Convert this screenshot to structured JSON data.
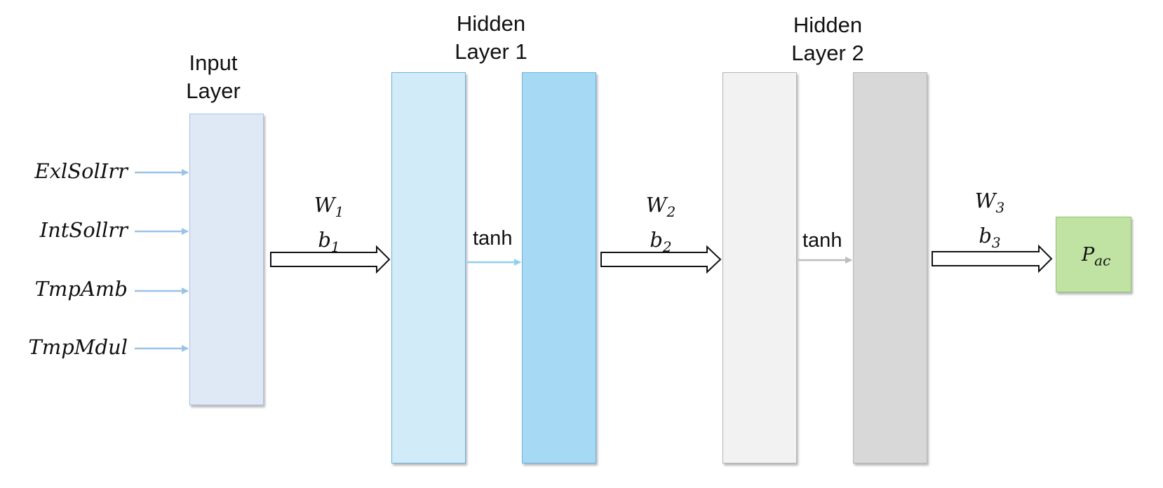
{
  "layers": {
    "input": {
      "title_line1": "Input",
      "title_line2": "Layer",
      "color": "#dfe8f5",
      "border": "#a9c4e4"
    },
    "hidden1": {
      "title_line1": "Hidden",
      "title_line2": "Layer 1",
      "color_a": "#d2ebf8",
      "color_b": "#a5d9f4",
      "border": "#6fb3dc"
    },
    "hidden2": {
      "title_line1": "Hidden",
      "title_line2": "Layer 2",
      "color_a": "#f2f2f2",
      "color_b": "#d8d8d8",
      "border": "#b5b5b5"
    },
    "output": {
      "label_main": "P",
      "label_sub": "ac",
      "color": "#c0e2a2",
      "border": "#8cc66a"
    }
  },
  "inputs": [
    {
      "label": "ExlSolIrr"
    },
    {
      "label": "IntSollrr"
    },
    {
      "label": "TmpAmb"
    },
    {
      "label": "TmpMdul"
    }
  ],
  "weights": [
    {
      "w": "W",
      "w_sub": "1",
      "b": "b",
      "b_sub": "1"
    },
    {
      "w": "W",
      "w_sub": "2",
      "b": "b",
      "b_sub": "2"
    },
    {
      "w": "W",
      "w_sub": "3",
      "b": "b",
      "b_sub": "3"
    }
  ],
  "activations": [
    {
      "label": "tanh"
    },
    {
      "label": "tanh"
    }
  ]
}
